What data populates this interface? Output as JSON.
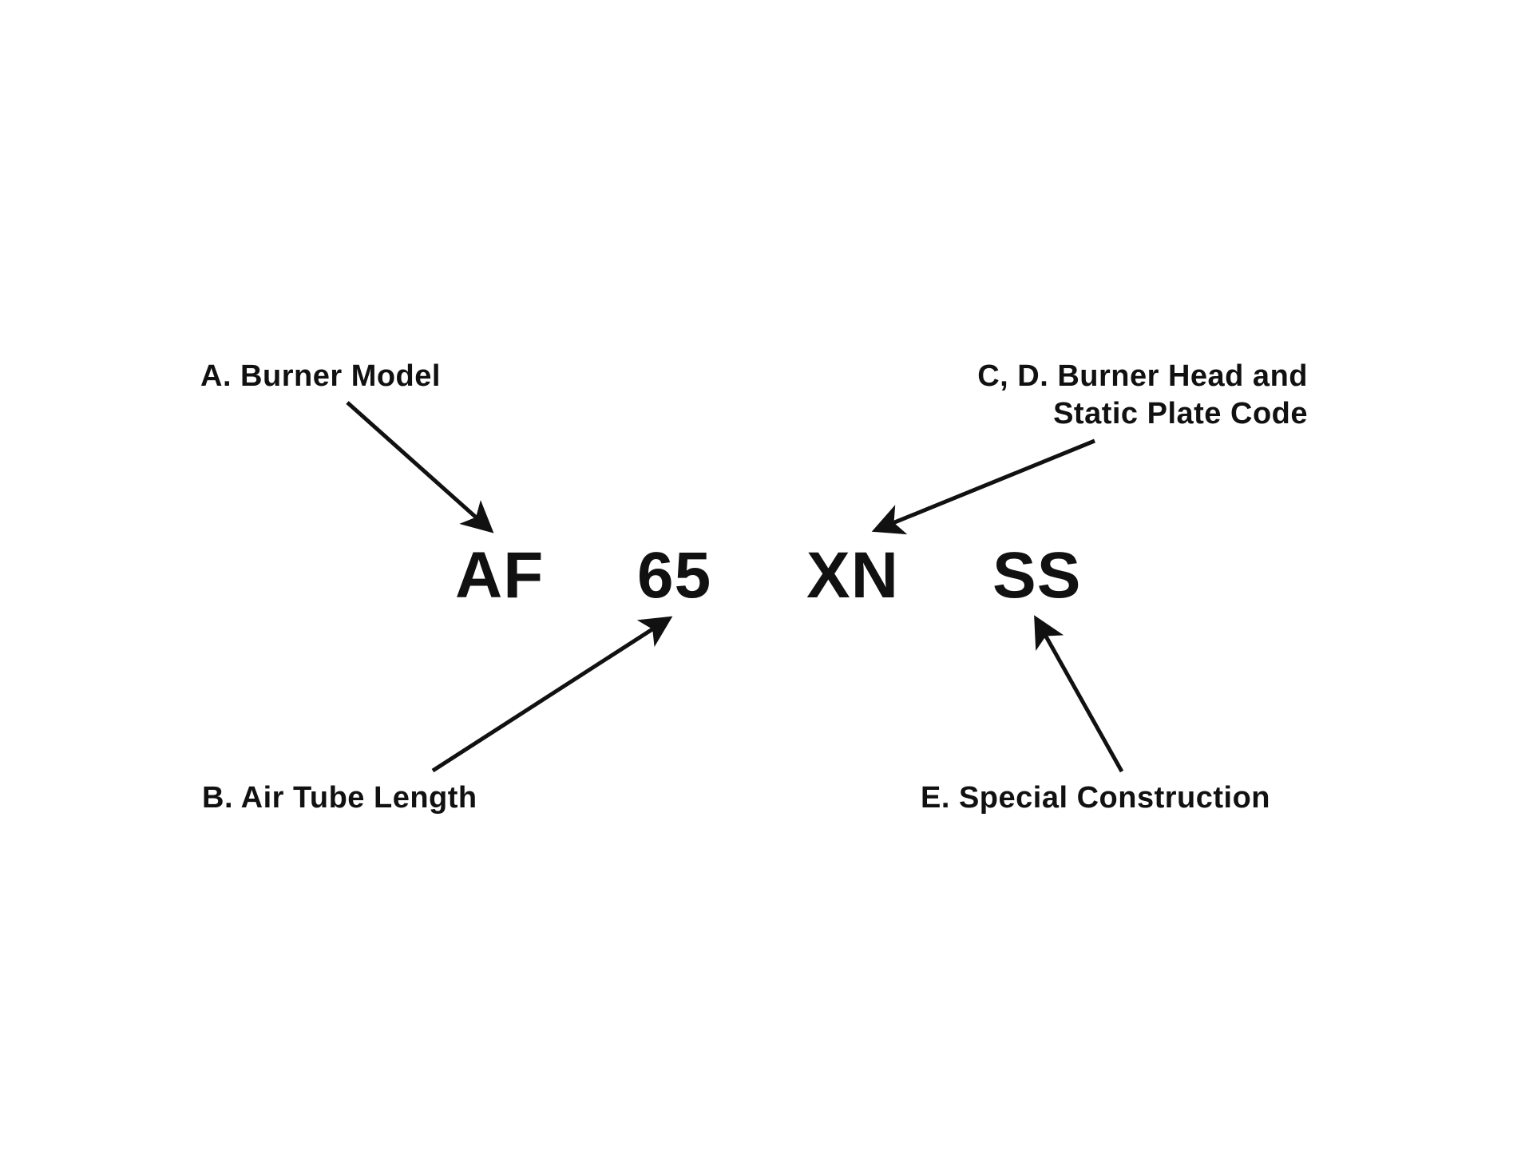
{
  "labels": {
    "a": "A. Burner Model",
    "b": "B. Air Tube Length",
    "cd_line1": "C, D. Burner Head and",
    "cd_line2": "Static Plate Code",
    "e": "E. Special Construction"
  },
  "code_parts": [
    "AF",
    "65",
    "XN",
    "SS"
  ],
  "colors": {
    "ink": "#111111",
    "background": "#ffffff"
  }
}
